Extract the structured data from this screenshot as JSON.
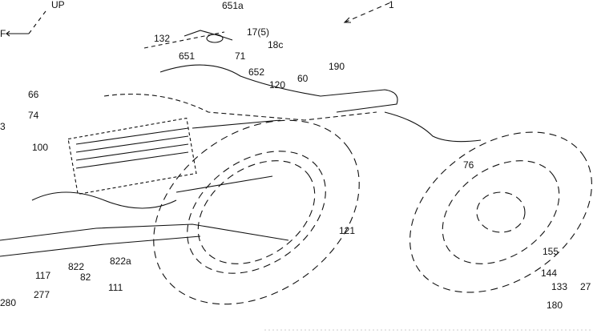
{
  "figure": {
    "labels": {
      "up": "UP",
      "front": "F",
      "l1": "1",
      "l65a": "651a",
      "l132": "132",
      "l17": "17(5)",
      "l18c": "18c",
      "l651": "651",
      "l71": "71",
      "l652": "652",
      "l190": "190",
      "l120": "120",
      "l60": "60",
      "l66": "66",
      "l74": "74",
      "l3": "3",
      "l100": "100",
      "l121": "121",
      "l76": "76",
      "l155": "155",
      "l144": "144",
      "l133": "133",
      "l27": "27",
      "l180": "180",
      "l822": "822",
      "l822a": "822a",
      "l117": "117",
      "l82": "82",
      "l111": "111",
      "l277": "277",
      "l280": "280"
    },
    "line_color": "#111111",
    "tint_color": "#bfeff5"
  }
}
